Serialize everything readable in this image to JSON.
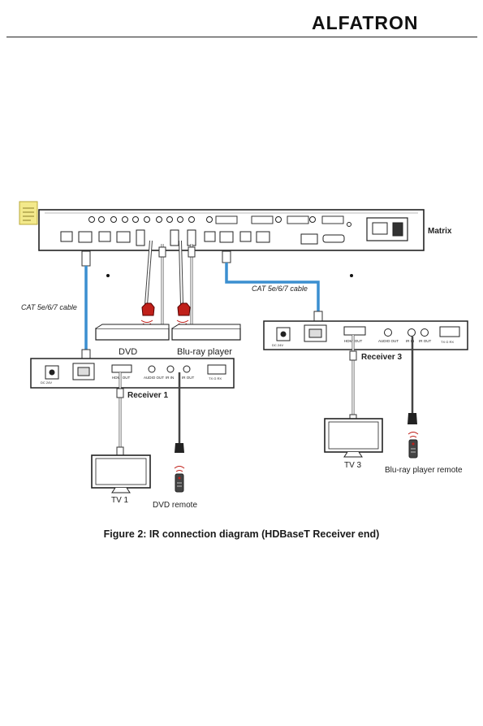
{
  "header": {
    "brand": "ALFATRON"
  },
  "diagram": {
    "devices": {
      "matrix": "Matrix",
      "receiver_1": "Receiver 1",
      "receiver_3": "Receiver 3",
      "dvd": "DVD",
      "bluray": "Blu-ray player",
      "tv_1": "TV 1",
      "tv_3": "TV 3",
      "dvd_remote": "DVD remote",
      "bluray_remote": "Blu-ray player remote"
    },
    "cables": {
      "cat_left": "CAT 5e/6/7 cable",
      "cat_right": "CAT 5e/6/7 cable"
    },
    "receiver_ports": {
      "dc": "DC 24V",
      "hdmi_out": "HDMI OUT",
      "audio_out": "AUDIO OUT",
      "ir_in": "IR IN",
      "ir_out": "IR OUT",
      "rs232": "TX  G  RX"
    },
    "colors": {
      "cat_cable": "#3b8fd0",
      "ir_head": "#c0201a",
      "device_outline": "#222222"
    }
  },
  "caption": "Figure 2: IR connection diagram (HDBaseT Receiver end)"
}
